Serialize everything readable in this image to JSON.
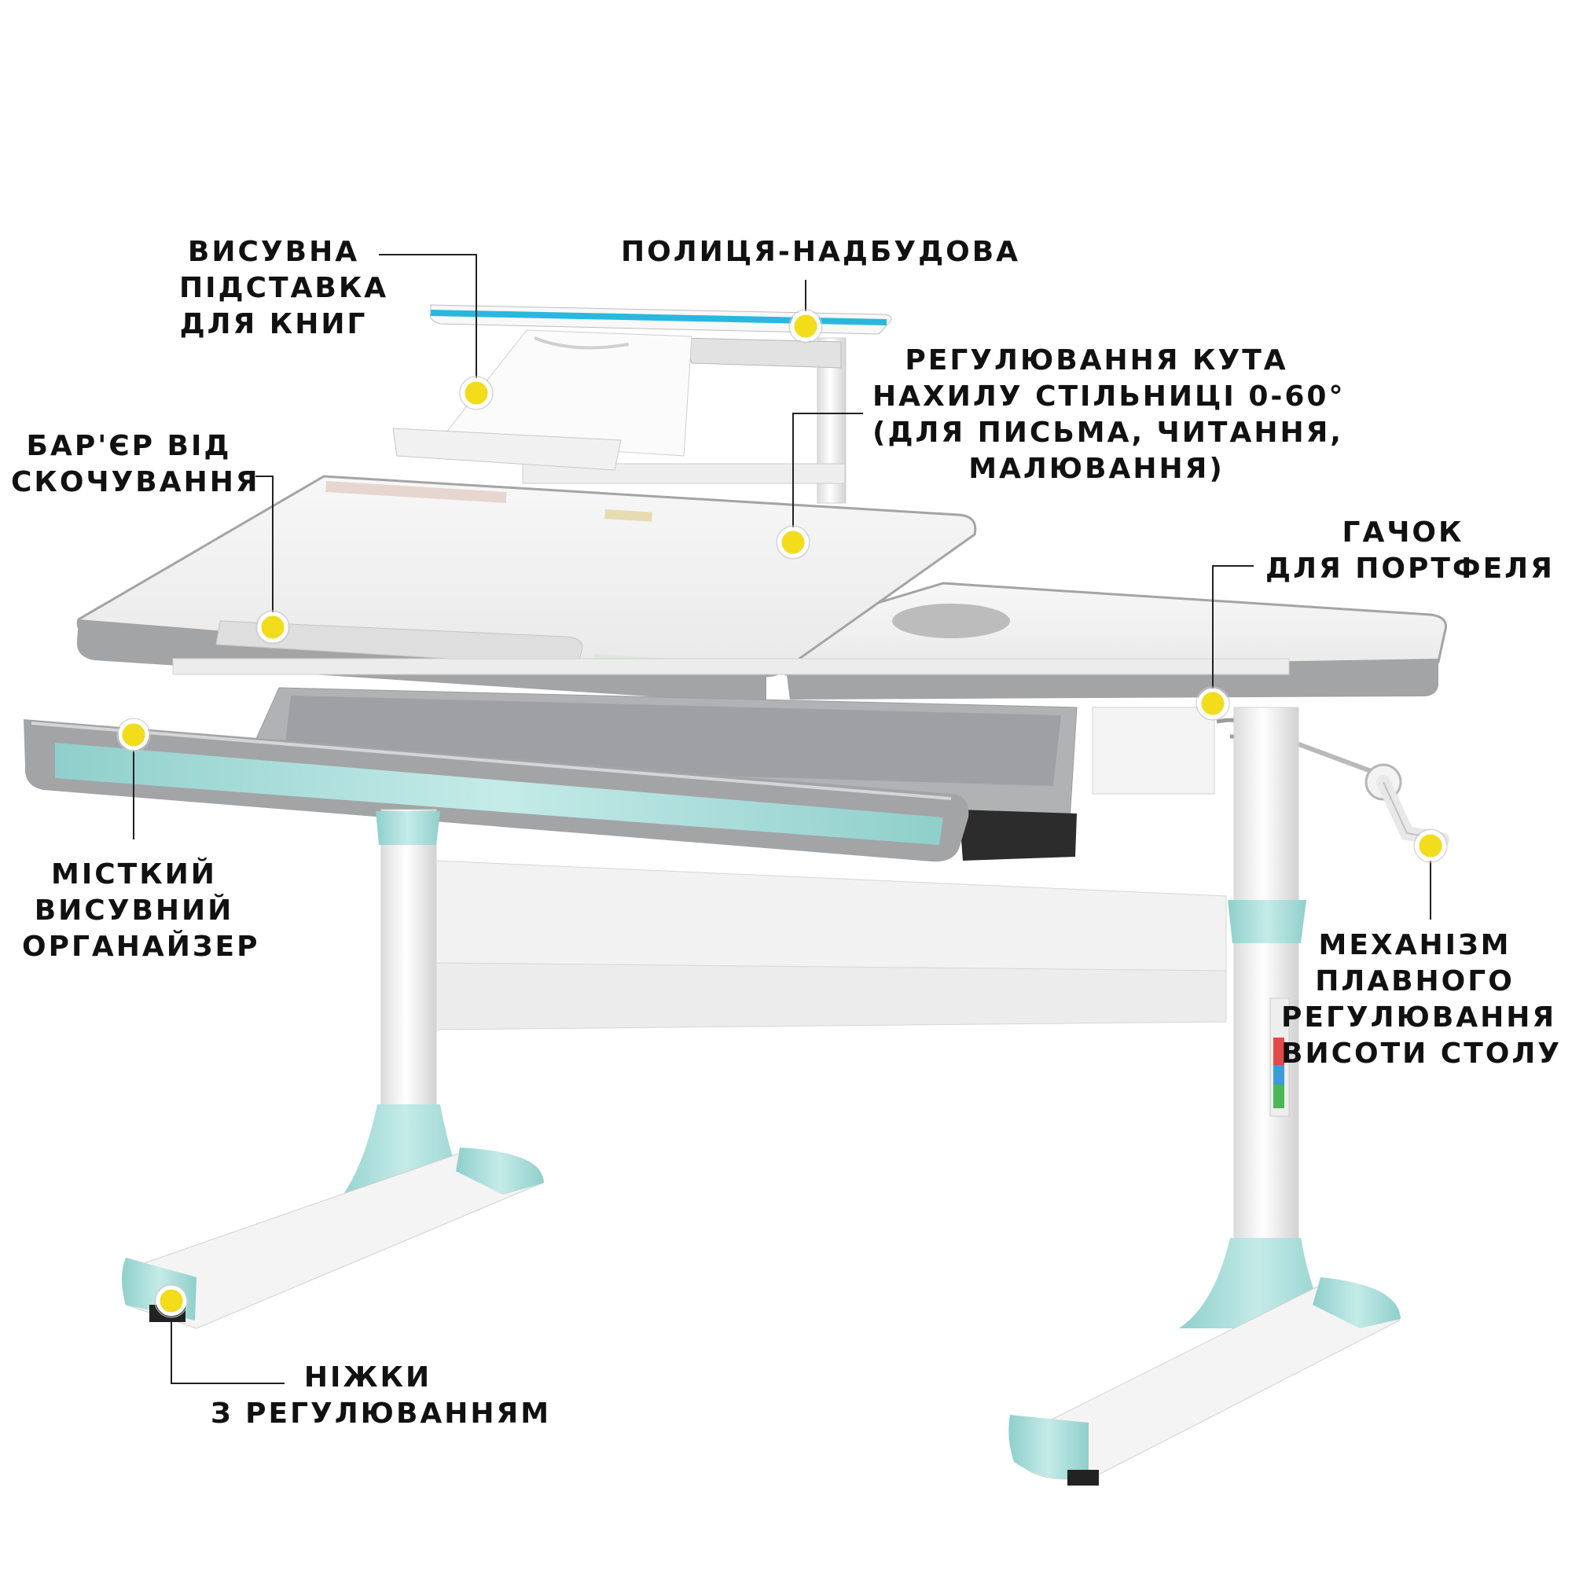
{
  "colors": {
    "accent_mint": "#a9dcd9",
    "accent_blue_edge": "#29b8dd",
    "desk_gray": "#a3a4a6",
    "surface_white": "#f4f4f4",
    "marker_yellow": "#f2dc1c",
    "line_dark": "#222222"
  },
  "callouts": {
    "book_stand": {
      "lines": [
        "ВИСУВНА",
        "ПІДСТАВКА",
        "ДЛЯ КНИГ"
      ]
    },
    "shelf": {
      "lines": [
        "ПОЛИЦЯ-НАДБУДОВА"
      ]
    },
    "tilt": {
      "lines": [
        "РЕГУЛЮВАННЯ КУТА",
        "НАХИЛУ СТІЛЬНИЦІ 0-60°",
        "(ДЛЯ ПИСЬМА, ЧИТАННЯ,",
        "МАЛЮВАННЯ)"
      ]
    },
    "barrier": {
      "lines": [
        "БАР'ЄР ВІД",
        "СКОЧУВАННЯ"
      ]
    },
    "hook": {
      "lines": [
        "ГАЧОК",
        "ДЛЯ ПОРТФЕЛЯ"
      ]
    },
    "organizer": {
      "lines": [
        "МІСТКИЙ",
        "ВИСУВНИЙ",
        "ОРГАНАЙЗЕР"
      ]
    },
    "height_mech": {
      "lines": [
        "МЕХАНІЗМ",
        "ПЛАВНОГО",
        "РЕГУЛЮВАННЯ",
        "ВИСОТИ СТОЛУ"
      ]
    },
    "legs": {
      "lines": [
        "НІЖКИ",
        "З РЕГУЛЮВАННЯМ"
      ]
    }
  },
  "icons": {
    "marker": "yellow-dot-marker-icon",
    "crank": "hand-crank-icon",
    "hook": "bag-hook-icon"
  }
}
